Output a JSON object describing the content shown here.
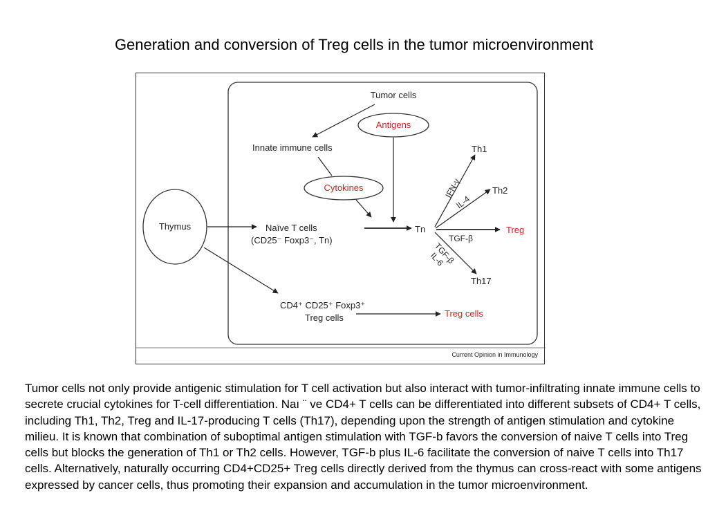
{
  "title": "Generation and conversion of Treg cells in the tumor microenvironment",
  "diagram": {
    "nodes": {
      "tumor_cells": "Tumor cells",
      "antigens": "Antigens",
      "innate_immune_cells": "Innate immune cells",
      "cytokines": "Cytokines",
      "thymus": "Thymus",
      "naive_t_cells_line1": "Naïve T cells",
      "naive_t_cells_line2": "(CD25⁻ Foxp3⁻, Tn)",
      "tn": "Tn",
      "th1": "Th1",
      "th2": "Th2",
      "treg": "Treg",
      "th17": "Th17",
      "cd4_treg_line1": "CD4⁺ CD25⁺ Foxp3⁺",
      "cd4_treg_line2": "Treg cells",
      "treg_cells": "Treg cells"
    },
    "edge_labels": {
      "ifn_gamma": "IFN-γ",
      "il4": "IL-4",
      "tgf_beta": "TGF-β",
      "tgf_beta_il6_line1": "TGF-β",
      "tgf_beta_il6_line2": "IL-6"
    },
    "credit": "Current Opinion in Immunology",
    "colors": {
      "highlight": "#d42020",
      "line": "#222222"
    }
  },
  "caption": "Tumor cells not only provide antigenic stimulation for T cell activation but also interact with tumor-infiltrating innate immune cells to secrete crucial cytokines for T-cell differentiation. Naı ¨ ve CD4+ T cells can be differentiated into different subsets of CD4+ T cells, including Th1, Th2, Treg and IL-17-producing T cells (Th17), depending upon the strength of antigen stimulation and cytokine milieu. It is known that combination of suboptimal antigen stimulation with TGF-b favors the conversion of naive T cells into Treg cells but blocks the generation of Th1 or Th2 cells. However, TGF-b plus IL-6 facilitate the conversion of naive T cells into Th17 cells. Alternatively, naturally occurring CD4+CD25+ Treg cells directly derived from the thymus can cross-react with some antigens expressed by cancer cells, thus promoting their expansion and accumulation in the tumor microenvironment."
}
